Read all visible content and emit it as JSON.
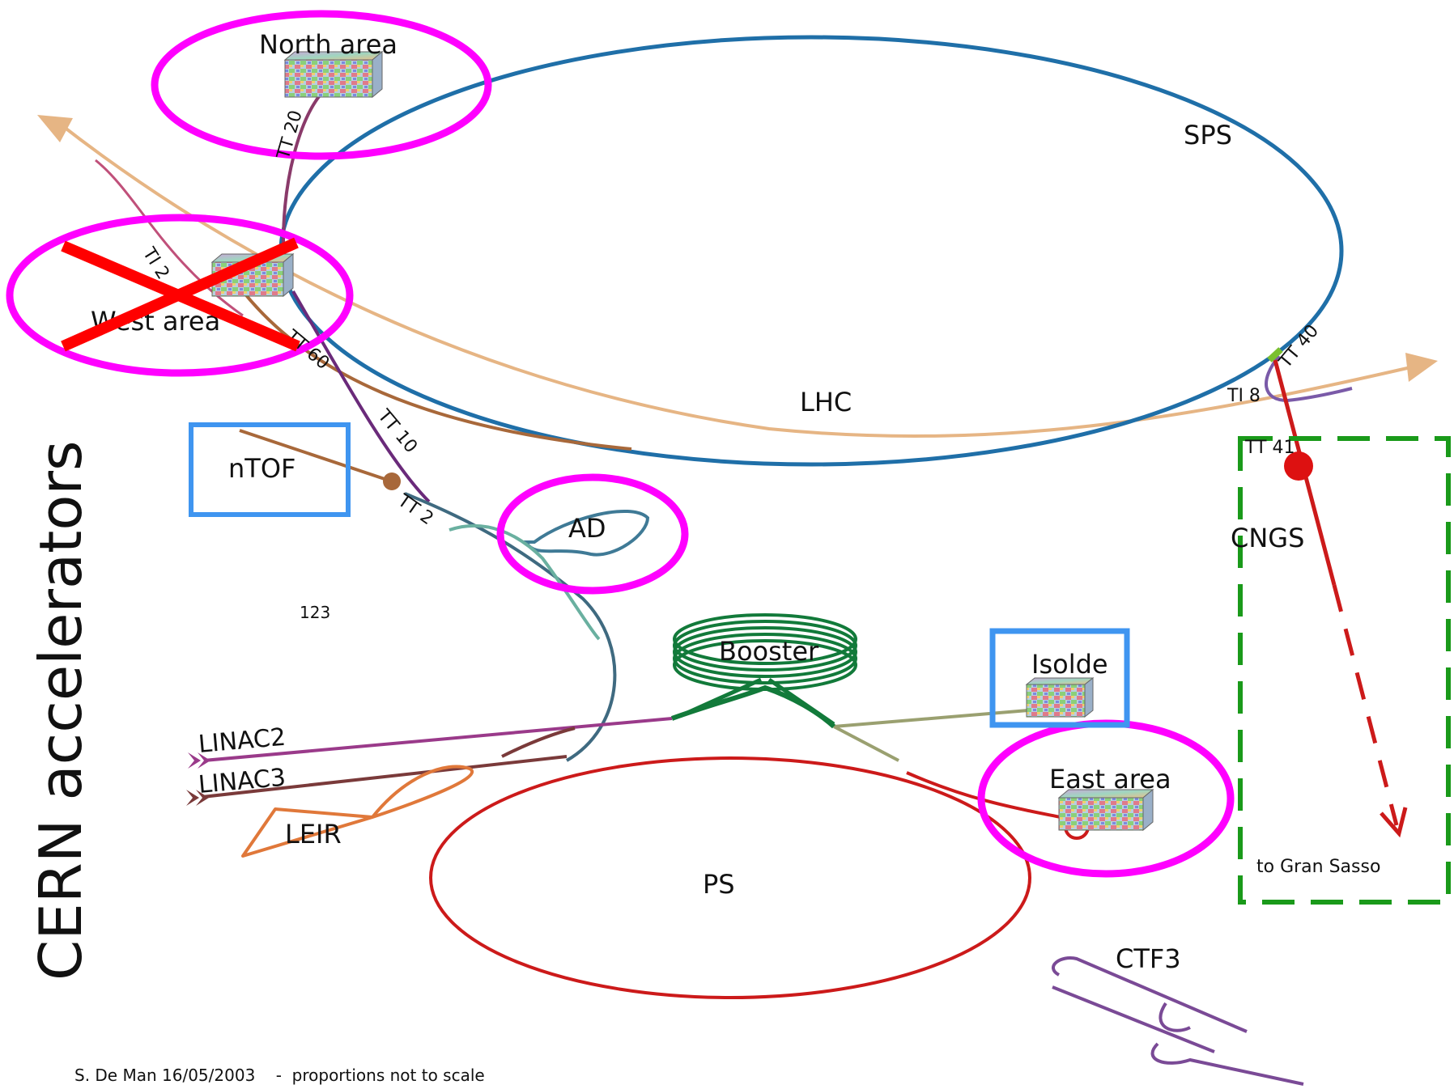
{
  "title": "CERN accelerators",
  "footer": "S. De Man 16/05/2003    -  proportions not to scale",
  "stray_number": "123",
  "machines": {
    "sps": "SPS",
    "lhc": "LHC",
    "ps": "PS",
    "booster": "Booster",
    "ad": "AD",
    "leir": "LEIR",
    "linac2": "LINAC2",
    "linac3": "LINAC3",
    "ctf3": "CTF3",
    "cngs": "CNGS",
    "to_gran_sasso": "to Gran Sasso"
  },
  "areas": {
    "north": "North area",
    "west": "West area",
    "east": "East area",
    "isolde": "Isolde",
    "ntof": "nTOF"
  },
  "lines": {
    "tt20": "TT 20",
    "ti2_upper": "TI 2",
    "tt60": "TT 60",
    "tt10": "TT 10",
    "tt2": "TT 2",
    "tt40": "TT 40",
    "ti8": "TI 8",
    "tt41": "TT 41"
  },
  "colors": {
    "highlight_magenta": "#ff00ff",
    "box_blue": "#3f95f0",
    "cngs_green": "#1a9a1a",
    "cross_red": "#ff0000",
    "sps_blue": "#1f6fa8",
    "lhc_tan": "#e6b584",
    "ps_red": "#cc1a1a",
    "booster_green": "#127a3a",
    "ad_blue": "#3f7a96",
    "leir_orange": "#e0783a",
    "linac2_purple": "#9a3a8a",
    "linac3_brown": "#7a3a3a",
    "ctf3_purple": "#7a4a96",
    "ntof_brown": "#a8683a"
  }
}
